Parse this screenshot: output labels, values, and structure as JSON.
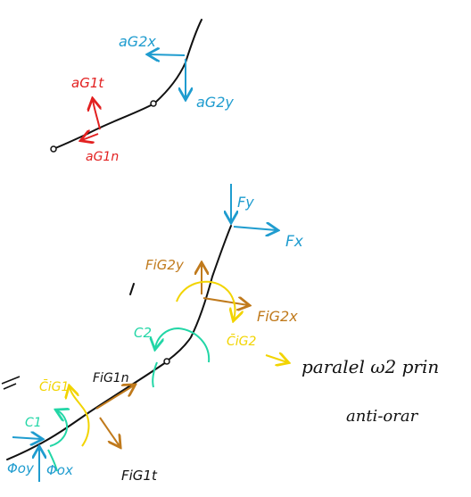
{
  "colors": {
    "ink": "#111111",
    "blue": "#1f9ccf",
    "red": "#e22020",
    "gold": "#f2d400",
    "brown": "#c07a1c",
    "teal": "#22d6a6"
  },
  "top_diagram": {
    "a_g2x": "aG2x",
    "a_g2y": "aG2y",
    "a_g1t": "aG1t",
    "a_g1n": "aG1n"
  },
  "bottom_diagram": {
    "f_y": "Fy",
    "f_x": "Fx",
    "f_ig2y": "FiG2y",
    "f_ig2x": "FiG2x",
    "c2": "C2",
    "c_ig2": "C̄iG2",
    "f_ig1n": "FiG1n",
    "c_ig1": "C̄iG1",
    "c1": "C1",
    "phi_oy": "Φoy",
    "phi_ox": "Φox",
    "f_ig1t": "FiG1t"
  },
  "note": {
    "line1": "paralel ω2   prin",
    "line2": "anti-orar"
  }
}
